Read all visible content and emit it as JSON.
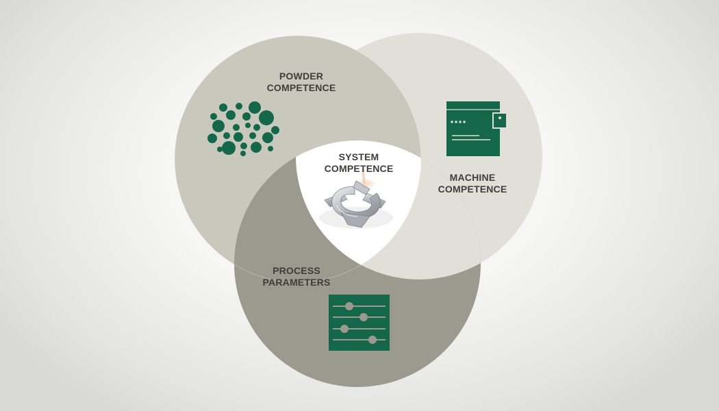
{
  "diagram": {
    "powder": {
      "line1": "POWDER",
      "line2": "COMPETENCE"
    },
    "machine": {
      "line1": "MACHINE",
      "line2": "COMPETENCE"
    },
    "process": {
      "line1": "PROCESS",
      "line2": "PARAMETERS"
    },
    "system": {
      "line1": "SYSTEM",
      "line2": "COMPETENCE"
    }
  },
  "colors": {
    "powder_circle": "#c9c8bd",
    "machine_circle": "#e0dfd8",
    "process_circle": "#9b9a8e",
    "center": "#ffffff",
    "icon_green": "#14674a",
    "text": "#3d3d3b"
  },
  "icons": {
    "powder": "powder-particles-icon",
    "machine": "machine-icon",
    "process": "parameter-sliders-icon",
    "system": "printed-part-image"
  }
}
